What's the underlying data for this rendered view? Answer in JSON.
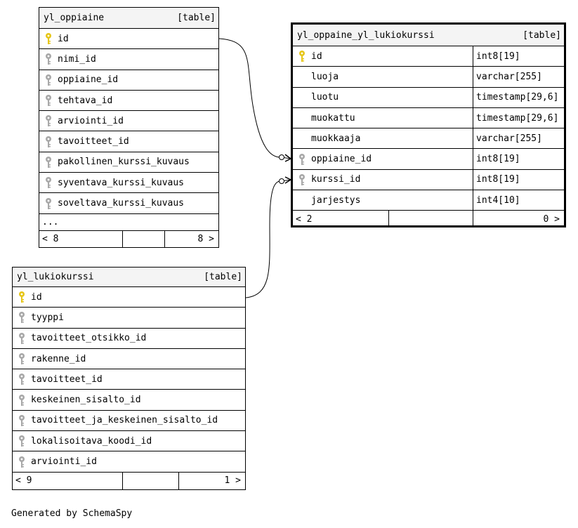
{
  "tables": {
    "yl_oppiaine": {
      "name": "yl_oppiaine",
      "kind": "[table]",
      "columns": [
        {
          "name": "id",
          "key": "primary"
        },
        {
          "name": "nimi_id",
          "key": "foreign"
        },
        {
          "name": "oppiaine_id",
          "key": "foreign"
        },
        {
          "name": "tehtava_id",
          "key": "foreign"
        },
        {
          "name": "arviointi_id",
          "key": "foreign"
        },
        {
          "name": "tavoitteet_id",
          "key": "foreign"
        },
        {
          "name": "pakollinen_kurssi_kuvaus",
          "key": "foreign"
        },
        {
          "name": "syventava_kurssi_kuvaus",
          "key": "foreign"
        },
        {
          "name": "soveltava_kurssi_kuvaus",
          "key": "foreign"
        }
      ],
      "more": "...",
      "footer": {
        "left": "< 8",
        "right": "8 >"
      }
    },
    "yl_oppaine_yl_lukiokurssi": {
      "name": "yl_oppaine_yl_lukiokurssi",
      "kind": "[table]",
      "columns": [
        {
          "name": "id",
          "type": "int8[19]",
          "key": "primary"
        },
        {
          "name": "luoja",
          "type": "varchar[255]",
          "key": "none"
        },
        {
          "name": "luotu",
          "type": "timestamp[29,6]",
          "key": "none"
        },
        {
          "name": "muokattu",
          "type": "timestamp[29,6]",
          "key": "none"
        },
        {
          "name": "muokkaaja",
          "type": "varchar[255]",
          "key": "none"
        },
        {
          "name": "oppiaine_id",
          "type": "int8[19]",
          "key": "foreign"
        },
        {
          "name": "kurssi_id",
          "type": "int8[19]",
          "key": "foreign"
        },
        {
          "name": "jarjestys",
          "type": "int4[10]",
          "key": "none"
        }
      ],
      "footer": {
        "left": "< 2",
        "right": "0 >"
      }
    },
    "yl_lukiokurssi": {
      "name": "yl_lukiokurssi",
      "kind": "[table]",
      "columns": [
        {
          "name": "id",
          "key": "primary"
        },
        {
          "name": "tyyppi",
          "key": "foreign"
        },
        {
          "name": "tavoitteet_otsikko_id",
          "key": "foreign"
        },
        {
          "name": "rakenne_id",
          "key": "foreign"
        },
        {
          "name": "tavoitteet_id",
          "key": "foreign"
        },
        {
          "name": "keskeinen_sisalto_id",
          "key": "foreign"
        },
        {
          "name": "tavoitteet_ja_keskeinen_sisalto_id",
          "key": "foreign"
        },
        {
          "name": "lokalisoitava_koodi_id",
          "key": "foreign"
        },
        {
          "name": "arviointi_id",
          "key": "foreign"
        }
      ],
      "footer": {
        "left": "< 9",
        "right": "1 >"
      }
    }
  },
  "key_icon_colors": {
    "primary": "#e6c619",
    "foreign": "#a8a8a8"
  },
  "relationships": [
    {
      "from": "yl_oppaine_yl_lukiokurssi.oppiaine_id",
      "to": "yl_oppiaine.id"
    },
    {
      "from": "yl_oppaine_yl_lukiokurssi.kurssi_id",
      "to": "yl_lukiokurssi.id"
    }
  ],
  "credit": "Generated by SchemaSpy"
}
